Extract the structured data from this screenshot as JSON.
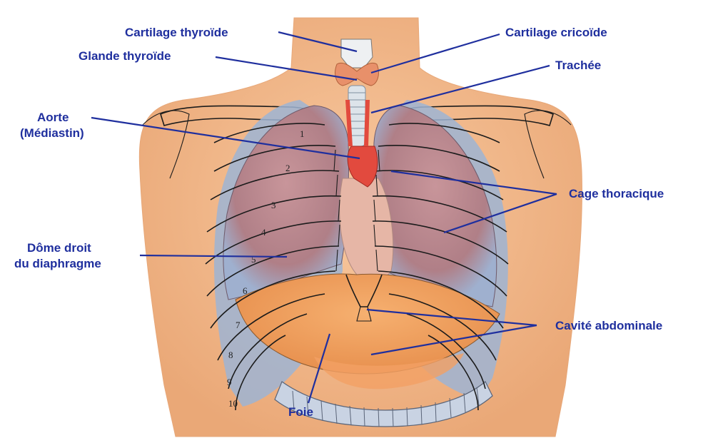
{
  "labels": {
    "cartilage_thyroide": "Cartilage thyroïde",
    "glande_thyroide": "Glande thyroïde",
    "aorte_line1": "Aorte",
    "aorte_line2": "(Médiastin)",
    "cartilage_cricoide": "Cartilage cricoïde",
    "trachee": "Trachée",
    "cage_thoracique": "Cage thoracique",
    "dome_line1": "Dôme droit",
    "dome_line2": "du diaphragme",
    "cavite_abdominale": "Cavité abdominale",
    "foie": "Foie"
  },
  "rib_numbers": [
    "1",
    "2",
    "3",
    "4",
    "5",
    "6",
    "7",
    "8",
    "9",
    "10"
  ],
  "colors": {
    "label_text": "#1f2f9e",
    "skin": "#f3b98a",
    "lung": "#b8868c",
    "pleura": "#9ab4d6",
    "liver": "#f0a060",
    "vessels": "#e04040"
  }
}
